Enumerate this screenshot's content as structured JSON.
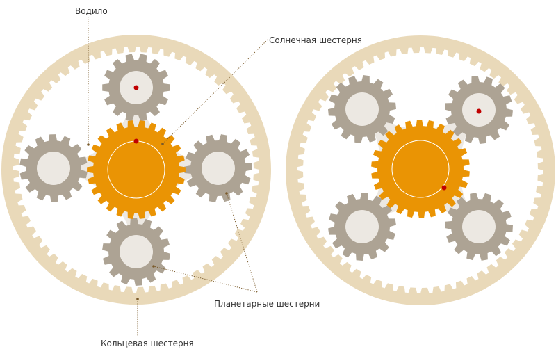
{
  "labels": {
    "carrier": "Водило",
    "sun_gear": "Солнечная шестерня",
    "planet_gears": "Планетарные шестерни",
    "ring_gear": "Кольцевая шестерня"
  },
  "colors": {
    "ring": "#e9d9b9",
    "ring_teeth_bg": "#ffffff",
    "carrier": "#ece8e2",
    "sun": "#ea9404",
    "planet": "#ada394",
    "planet_hub": "#ece8e2",
    "marker": "#c00000",
    "leader": "#7a5a2a"
  },
  "icons": {
    "ring_gear": "ring-gear-icon",
    "sun_gear": "sun-gear-icon",
    "planet_gear": "planet-gear-icon",
    "carrier": "carrier-plate-icon",
    "marker": "red-dot-marker-icon"
  }
}
